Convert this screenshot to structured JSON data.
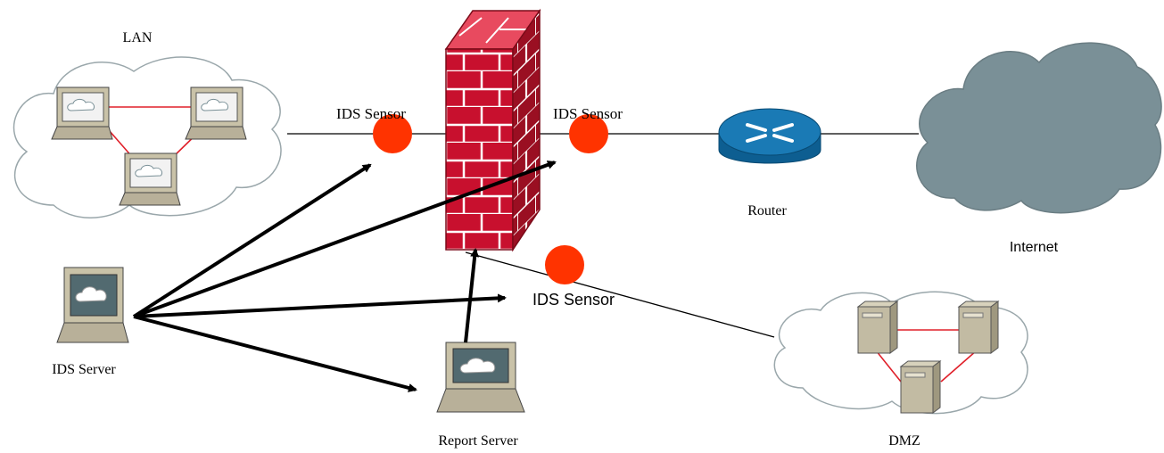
{
  "labels": {
    "lan": "LAN",
    "sensor_left": "IDS Sensor",
    "sensor_right": "IDS Sensor",
    "sensor_bottom": "IDS Sensor",
    "router": "Router",
    "internet": "Internet",
    "ids_server": "IDS Server",
    "report_server": "Report Server",
    "dmz": "DMZ"
  },
  "colors": {
    "sensor": "#ff3300",
    "firewall_brick": "#c8102e",
    "firewall_mortar": "#ffffff",
    "router": "#1a7ab5",
    "internet_cloud": "#7a9097",
    "lan_link": "#e0202a",
    "cloud_outline": "#9aa7ab"
  },
  "icons": [
    "pc-icon",
    "server-tower-icon",
    "firewall-icon",
    "router-icon",
    "cloud-icon"
  ]
}
